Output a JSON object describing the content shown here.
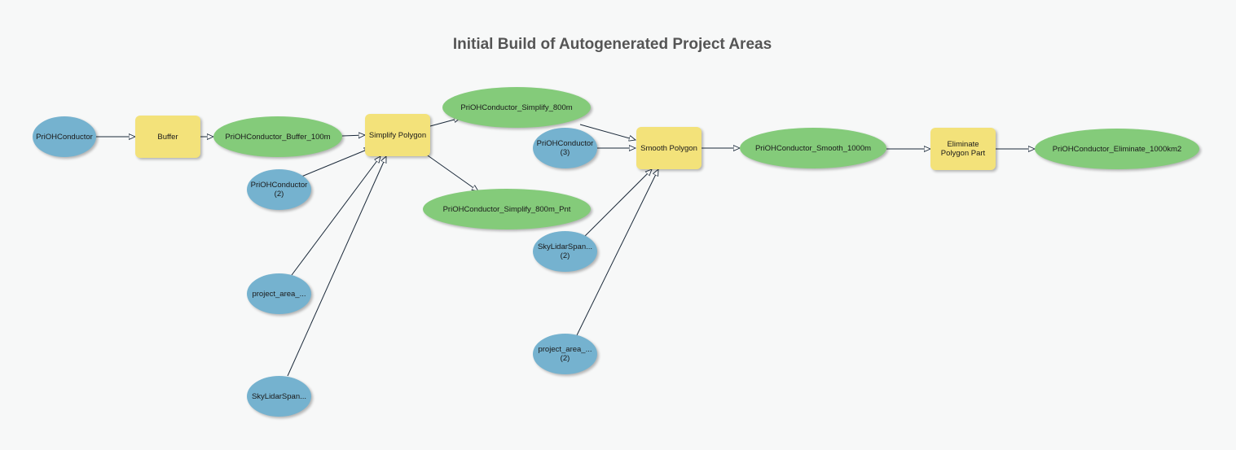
{
  "title": "Initial Build of Autogenerated Project Areas",
  "colors": {
    "input_variable": "#75b2cf",
    "tool": "#f3e27a",
    "derived_data": "#84cb7a",
    "connector": "#1b2a3a"
  },
  "nodes": {
    "pri_oh_conductor": "PriOHConductor",
    "buffer": "Buffer",
    "buffer_out": "PriOHConductor_Buffer_100m",
    "simplify_polygon": "Simplify Polygon",
    "pri_oh_conductor_2": "PriOHConductor\n(2)",
    "project_area_1": "project_area_...",
    "sky_lidar_span_1": "SkyLidarSpan...",
    "simplify_out": "PriOHConductor_Simplify_800m",
    "simplify_pnt_out": "PriOHConductor_Simplify_800m_Pnt",
    "pri_oh_conductor_3": "PriOHConductor\n(3)",
    "sky_lidar_span_2": "SkyLidarSpan...\n(2)",
    "project_area_2": "project_area_...\n(2)",
    "smooth_polygon": "Smooth Polygon",
    "smooth_out": "PriOHConductor_Smooth_1000m",
    "eliminate_polygon_part": "Eliminate\nPolygon Part",
    "eliminate_out": "PriOHConductor_Eliminate_1000km2"
  }
}
